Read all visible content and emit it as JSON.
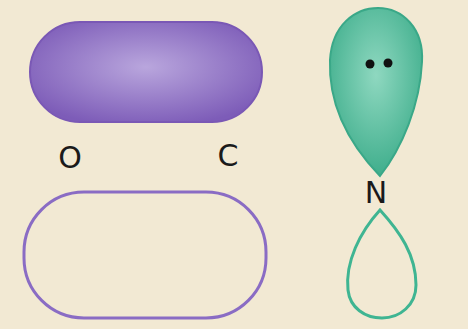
{
  "diagram": {
    "labels": [
      "O",
      "C",
      "N"
    ]
  }
}
